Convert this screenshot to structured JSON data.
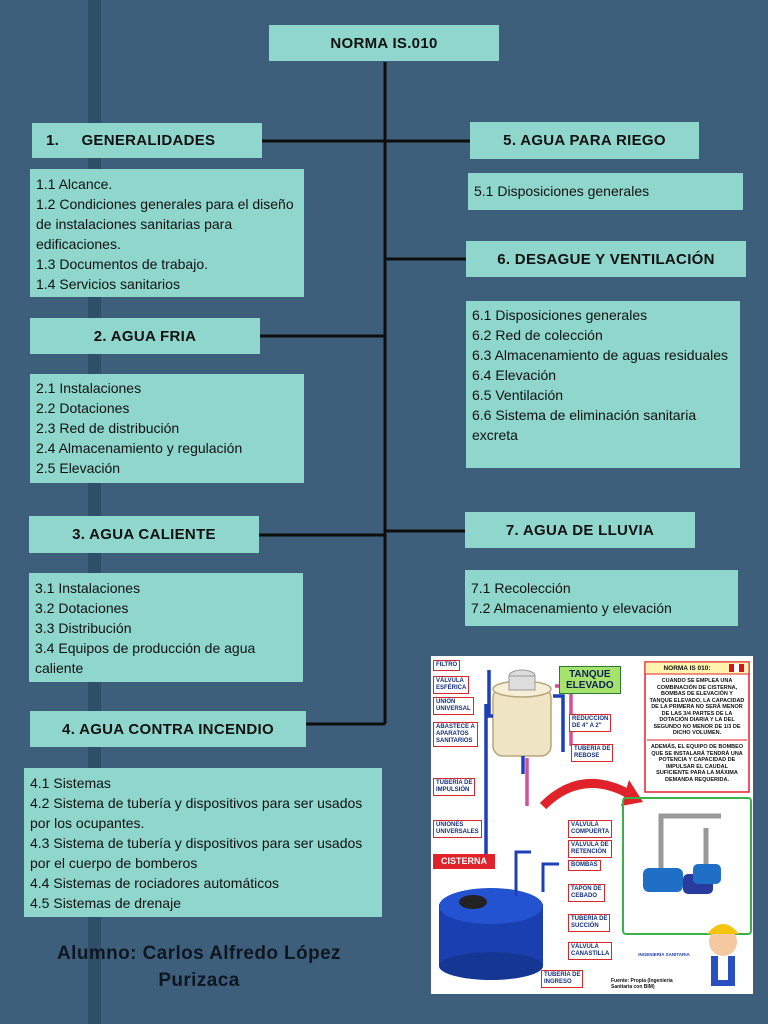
{
  "title": "NORMA IS.010",
  "sections": [
    {
      "heading": "1.     GENERALIDADES",
      "items": [
        "1.1 Alcance.",
        "1.2 Condiciones generales para el diseño de instalaciones sanitarias para edificaciones.",
        "1.3 Documentos de trabajo.",
        "1.4 Servicios sanitarios"
      ]
    },
    {
      "heading": "2. AGUA FRIA",
      "items": [
        "2.1 Instalaciones",
        "2.2 Dotaciones",
        "2.3 Red de distribución",
        "2.4 Almacenamiento y regulación",
        "2.5 Elevación"
      ]
    },
    {
      "heading": "3. AGUA CALIENTE",
      "items": [
        "3.1 Instalaciones",
        "3.2 Dotaciones",
        "3.3 Distribución",
        "3.4 Equipos de producción de agua caliente"
      ]
    },
    {
      "heading": "4. AGUA CONTRA INCENDIO",
      "items": [
        "4.1 Sistemas",
        "4.2 Sistema de tubería y dispositivos para ser usados por los ocupantes.",
        "4.3 Sistema de tubería y dispositivos para ser usados por el cuerpo de bomberos",
        "4.4 Sistemas de rociadores automáticos",
        "4.5 Sistemas de drenaje"
      ]
    },
    {
      "heading": "5. AGUA PARA RIEGO",
      "items": [
        "5.1 Disposiciones generales"
      ]
    },
    {
      "heading": "6. DESAGUE Y VENTILACIÓN",
      "items": [
        "6.1 Disposiciones generales",
        "6.2 Red de colección",
        "6.3 Almacenamiento de aguas residuales",
        "6.4 Elevación",
        "6.5 Ventilación",
        "6.6 Sistema de eliminación sanitaria excreta"
      ]
    },
    {
      "heading": "7. AGUA DE LLUVIA",
      "items": [
        "7.1 Recolección",
        "7.2 Almacenamiento y elevación"
      ]
    }
  ],
  "author": {
    "line1": "Alumno: Carlos Alfredo López",
    "line2": "Purizaca"
  },
  "infographic": {
    "labels": {
      "filtro": "FILTRO",
      "valvula_esferica": "VÁLVULA\nESFÉRICA",
      "union_universal": "UNIÓN\nUNIVERSAL",
      "abastece": "ABASTECE A\nAPARATOS\nSANITARIOS",
      "tanque_elevado": "TANQUE\nELEVADO",
      "reduccion": "REDUCCIÓN\nDE 4\" A 2\"",
      "tuberia_rebose": "TUBERÍA DE\nREBOSE",
      "tuberia_impulsion": "TUBERÍA DE\nIMPULSIÓN",
      "uniones_universales": "UNIONES\nUNIVERSALES",
      "valvula_compuerta": "VÁLVULA\nCOMPUERTA",
      "valvula_retencion": "VÁLVULA DE\nRETENCIÓN",
      "bombas": "BOMBAS",
      "cisterna": "CISTERNA",
      "tapon": "TAPÓN DE\nCEBADO",
      "tuberia_succion": "TUBERÍA DE\nSUCCIÓN",
      "valvula_canastilla": "VÁLVULA\nCANASTILLA",
      "tuberia_ingreso": "TUBERÍA DE\nINGRESO",
      "norma": "NORMA IS 010:",
      "note1": "CUANDO SE EMPLEA UNA COMBINACIÓN DE CISTERNA, BOMBAS DE ELEVACIÓN Y TANQUE ELEVADO, LA CAPACIDAD DE LA PRIMERA NO SERÁ MENOR DE LAS 3/4 PARTES DE LA DOTACIÓN DIARIA Y LA DEL SEGUNDO NO MENOR DE 1/3 DE DICHO VOLUMEN.",
      "note2": "ADEMÁS, EL EQUIPO DE BOMBEO QUE SE INSTALARÁ TENDRÁ UNA POTENCIA Y CAPACIDAD DE IMPULSAR EL CAUDAL SUFICIENTE PARA LA MÁXIMA DEMANDA REQUERIDA.",
      "brand": "INGENIERÍA SANITARIA",
      "source": "Fuente: Propia (Ingeniería\nSanitaria con BIM)"
    }
  }
}
